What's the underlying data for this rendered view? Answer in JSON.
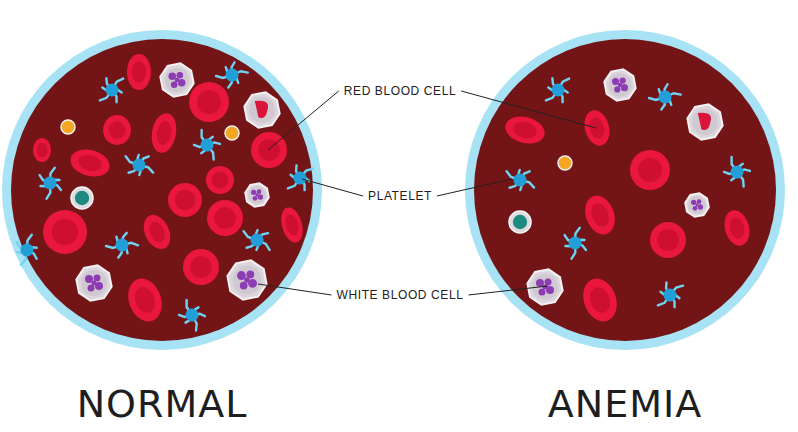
{
  "diagram": {
    "nodes": [
      {
        "text": [
          "NORMAL"
        ]
      },
      {
        "text": [
          "ANEMIA"
        ]
      }
    ],
    "labels": [
      "RED BLOOD CELL",
      "PLATELET",
      "WHITE BLOOD CELL"
    ]
  }
}
